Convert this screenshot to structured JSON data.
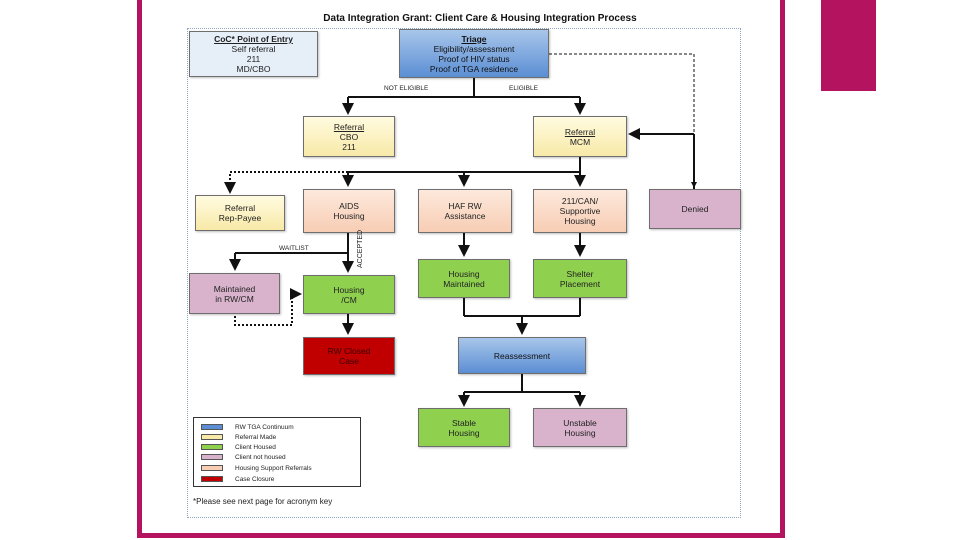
{
  "title": "Data Integration Grant: Client Care & Housing Integration Process",
  "nodes": {
    "coc": {
      "heading": "CoC* Point of Entry",
      "lines": [
        "Self referral",
        "211",
        "MD/CBO"
      ]
    },
    "triage": {
      "heading": "Triage",
      "lines": [
        "Eligibility/assessment",
        "Proof of HIV status",
        "Proof of TGA residence"
      ]
    },
    "referral_cbo": {
      "lines": [
        "Referral",
        "CBO",
        "211"
      ]
    },
    "referral_mcm": {
      "lines": [
        "Referral",
        "MCM"
      ]
    },
    "referral_rep": {
      "lines": [
        "Referral",
        "Rep-Payee"
      ]
    },
    "aids_housing": {
      "lines": [
        "AIDS",
        "Housing"
      ]
    },
    "haf_rw": {
      "lines": [
        "HAF RW",
        "Assistance"
      ]
    },
    "supportive": {
      "lines": [
        "211/CAN/",
        "Supportive",
        "Housing"
      ]
    },
    "denied": {
      "lines": [
        "Denied"
      ]
    },
    "maintained_rw": {
      "lines": [
        "Maintained",
        "in RW/CM"
      ]
    },
    "housing_cm": {
      "lines": [
        "Housing",
        "/CM"
      ]
    },
    "housing_maintained": {
      "lines": [
        "Housing",
        "Maintained"
      ]
    },
    "shelter": {
      "lines": [
        "Shelter",
        "Placement"
      ]
    },
    "rw_closed": {
      "lines": [
        "RW Closed",
        "Case"
      ]
    },
    "reassessment": {
      "lines": [
        "Reassessment"
      ]
    },
    "stable": {
      "lines": [
        "Stable",
        "Housing"
      ]
    },
    "unstable": {
      "lines": [
        "Unstable",
        "Housing"
      ]
    }
  },
  "labels": {
    "not_eligible": "NOT ELIGIBLE",
    "eligible": "ELIGIBLE",
    "waitlist": "WAITLIST",
    "accepted": "ACCEPTED"
  },
  "legend": [
    {
      "label": "RW TGA Continuum",
      "color": "#5b8ed4"
    },
    {
      "label": "Referral Made",
      "color": "#f8e9a8"
    },
    {
      "label": "Client Housed",
      "color": "#8fd14f"
    },
    {
      "label": "Client not housed",
      "color": "#d9b3cc"
    },
    {
      "label": "Housing Support Referrals",
      "color": "#f7cdb4"
    },
    {
      "label": "Case Closure",
      "color": "#c00000"
    }
  ],
  "footnote": "*Please see next page for acronym key",
  "colors": {
    "frame": "#b3135f"
  }
}
